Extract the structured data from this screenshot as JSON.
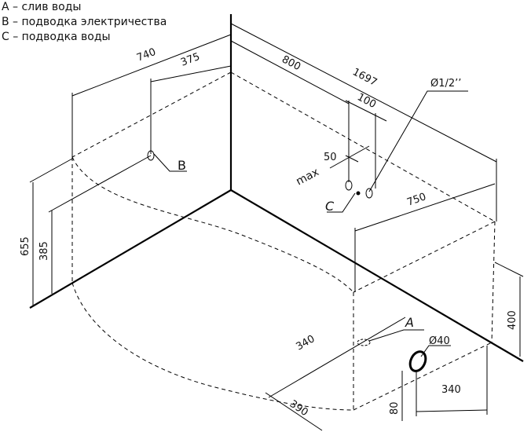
{
  "legend": [
    "A – слив воды",
    "B – подводка электричества",
    "C – подводка воды"
  ],
  "labels": {
    "d740": "740",
    "d375": "375",
    "d800": "800",
    "d1697": "1697",
    "d100": "100",
    "d12": "Ø1/2’’",
    "max": "max",
    "d50": "50",
    "d750": "750",
    "d655": "655",
    "d385": "385",
    "d400": "400",
    "d340a": "340",
    "d40": "Ø40",
    "d340b": "340",
    "d390": "390",
    "d80": "80",
    "A": "A",
    "B": "B",
    "C": "C"
  }
}
